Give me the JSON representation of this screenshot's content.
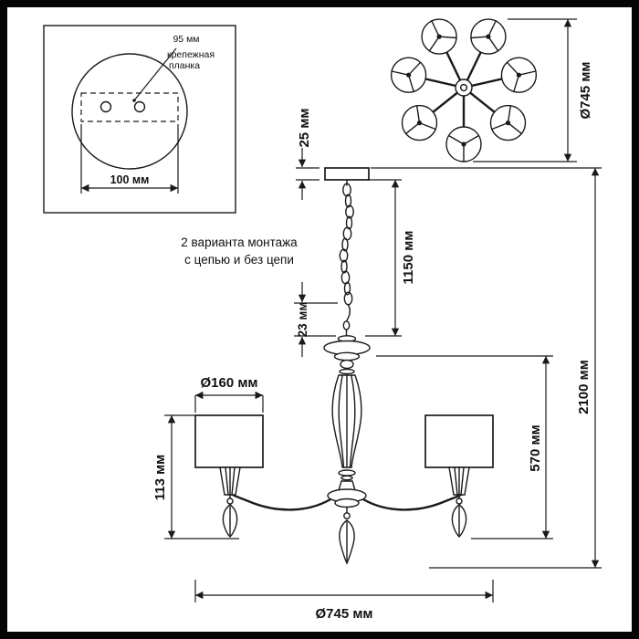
{
  "plate_detail": {
    "dim_95": "95 мм",
    "bracket_line1": "крепежная",
    "bracket_line2": "планка",
    "dim_100": "100 мм"
  },
  "top_view": {
    "dim_diameter": "Ø745 мм"
  },
  "elevation": {
    "dim_canopy": "25 мм",
    "dim_chain": "1150 мм",
    "note_line1": "2 варианта монтажа",
    "note_line2": "с цепью и без цепи",
    "dim_hook": "23 мм",
    "dim_shade_diameter": "Ø160 мм",
    "dim_shade_height": "113 мм",
    "dim_body_height": "570 мм",
    "dim_total_height": "2100 мм",
    "dim_width": "Ø745 мм"
  }
}
